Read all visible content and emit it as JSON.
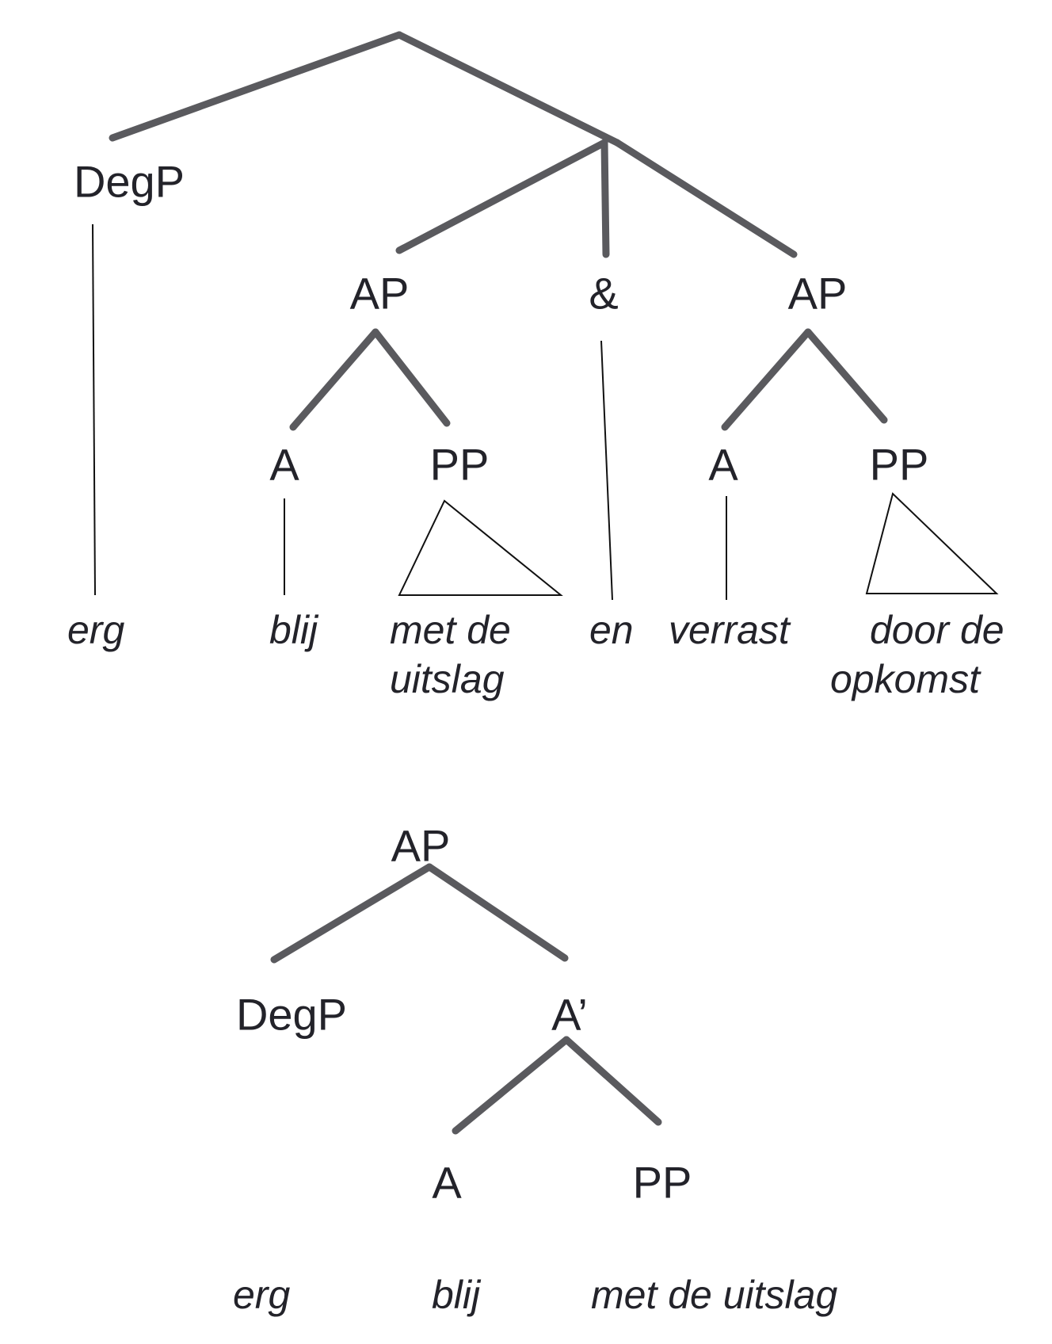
{
  "tree1": {
    "root_left": "DegP",
    "ap_left": "AP",
    "conj": "&",
    "ap_right": "AP",
    "a_left": "A",
    "pp_left": "PP",
    "a_right": "A",
    "pp_right": "PP",
    "words": {
      "erg": "erg",
      "blij": "blij",
      "met_de": "met de",
      "uitslag": "uitslag",
      "en": "en",
      "verrast": "verrast",
      "door_de": "door de",
      "opkomst": "opkomst"
    }
  },
  "tree2": {
    "root": "AP",
    "degp": "DegP",
    "a_bar": "A’",
    "a": "A",
    "pp": "PP",
    "words": {
      "erg": "erg",
      "blij": "blij",
      "pp_phrase": "met de uitslag"
    }
  }
}
